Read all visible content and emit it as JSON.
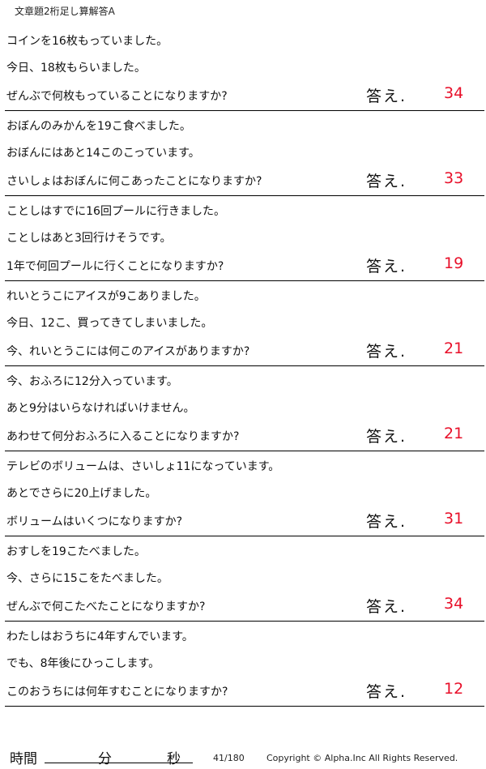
{
  "header": {
    "title": "文章題2桁足し算解答A"
  },
  "answer_label": "答え.",
  "problems": [
    {
      "lines": [
        "コインを16枚もっていました。",
        "今日、18枚もらいました。",
        "ぜんぶで何枚もっていることになりますか?"
      ],
      "answer": "34"
    },
    {
      "lines": [
        "おぼんのみかんを19こ食べました。",
        "おぼんにはあと14このこっています。",
        "さいしょはおぼんに何こあったことになりますか?"
      ],
      "answer": "33"
    },
    {
      "lines": [
        "ことしはすでに16回プールに行きました。",
        "ことしはあと3回行けそうです。",
        "1年で何回プールに行くことになりますか?"
      ],
      "answer": "19"
    },
    {
      "lines": [
        "れいとうこにアイスが9こありました。",
        "今日、12こ、買ってきてしまいました。",
        "今、れいとうこには何このアイスがありますか?"
      ],
      "answer": "21"
    },
    {
      "lines": [
        "今、おふろに12分入っています。",
        "あと9分はいらなければいけません。",
        "あわせて何分おふろに入ることになりますか?"
      ],
      "answer": "21"
    },
    {
      "lines": [
        "テレビのボリュームは、さいしょ11になっています。",
        "あとでさらに20上げました。",
        "ボリュームはいくつになりますか?"
      ],
      "answer": "31"
    },
    {
      "lines": [
        "おすしを19こたべました。",
        "今、さらに15こをたべました。",
        "ぜんぶで何こたべたことになりますか?"
      ],
      "answer": "34"
    },
    {
      "lines": [
        "わたしはおうちに4年すんでいます。",
        "でも、8年後にひっこします。",
        "このおうちには何年すむことになりますか?"
      ],
      "answer": "12"
    }
  ],
  "footer": {
    "time_label": "時間",
    "minutes_label": "分",
    "seconds_label": "秒",
    "page": "41/180",
    "copyright": "Copyright © Alpha.Inc All Rights Reserved."
  }
}
